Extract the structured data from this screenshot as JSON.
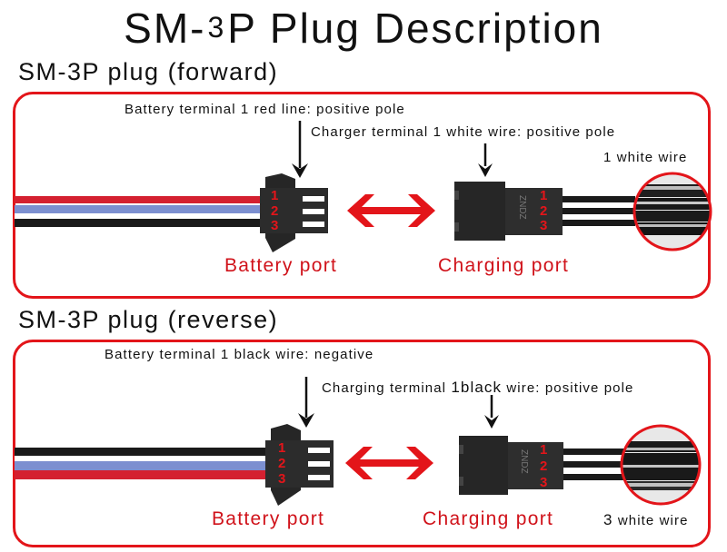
{
  "title": {
    "prefix": "SM-",
    "sup": "3",
    "suffix": "P Plug Description"
  },
  "colors": {
    "accent_red": "#e3151a",
    "wire_red": "#d42030",
    "wire_blue": "#7c8fd0",
    "wire_white": "#ffffff",
    "wire_black": "#1a1a1a",
    "connector": "#2a2a2a"
  },
  "sections": [
    {
      "heading": "SM-3P plug (forward)",
      "battery_note": "Battery terminal 1 red line: positive pole",
      "charger_note": "Charger terminal 1 white wire: positive pole",
      "wire_note": "1 white wire",
      "battery_port_label": "Battery port",
      "charging_port_label": "Charging port",
      "wire_order": [
        "red",
        "blue",
        "white",
        "black"
      ],
      "pins": [
        "1",
        "2",
        "3"
      ],
      "connector_mark": "ZNDZ"
    },
    {
      "heading": "SM-3P plug (reverse)",
      "battery_note": "Battery terminal 1 black wire: negative",
      "charger_note_prefix": "Charging terminal ",
      "charger_note_emph": "1black",
      "charger_note_suffix": " wire: positive pole",
      "wire_note_num": "3",
      "wire_note": "white wire",
      "battery_port_label": "Battery port",
      "charging_port_label": "Charging port",
      "wire_order": [
        "black",
        "white",
        "blue",
        "red"
      ],
      "pins": [
        "1",
        "2",
        "3"
      ],
      "connector_mark": "ZNDZ"
    }
  ]
}
